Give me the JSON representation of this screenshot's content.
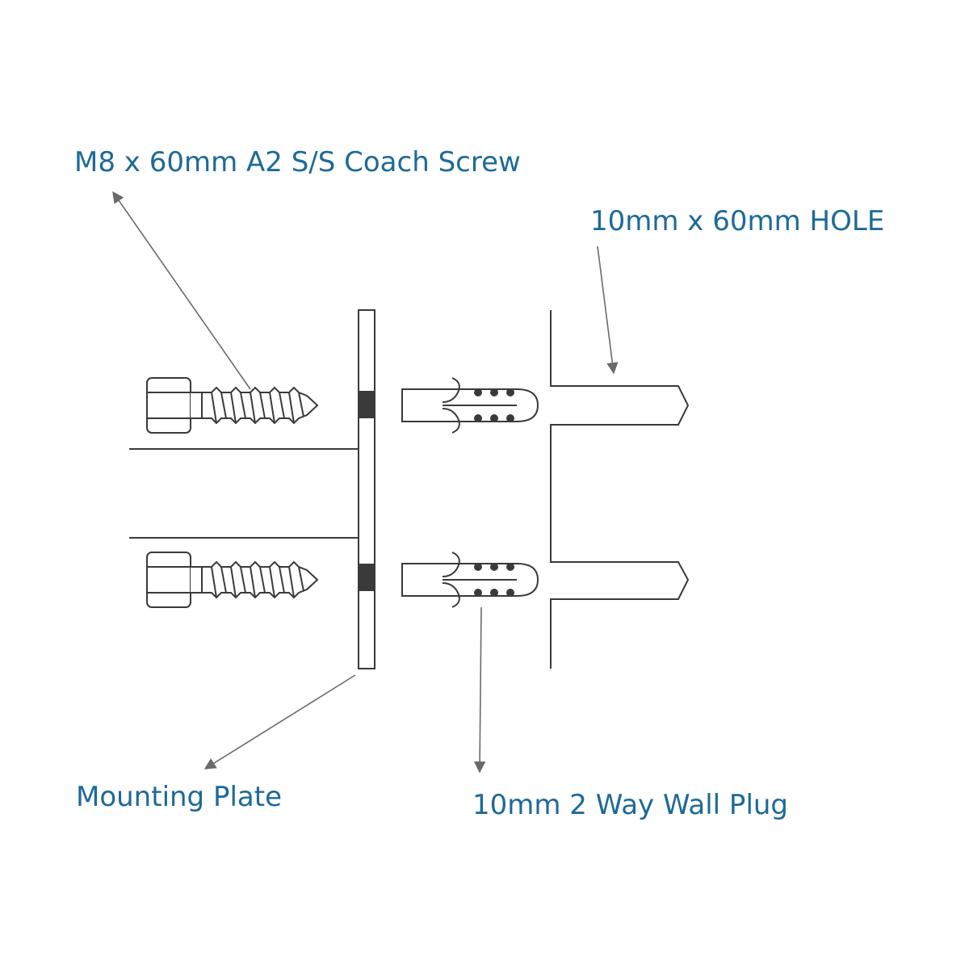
{
  "labels": {
    "screw": "M8 x 60mm A2 S/S Coach Screw",
    "hole": "10mm x 60mm HOLE",
    "plate": "Mounting Plate",
    "plug": "10mm 2 Way Wall Plug"
  },
  "colors": {
    "label_text": "#1d6a97",
    "line": "#3a3a3a",
    "leader": "#6a6a6a",
    "spacer": "#3a3a3a"
  }
}
